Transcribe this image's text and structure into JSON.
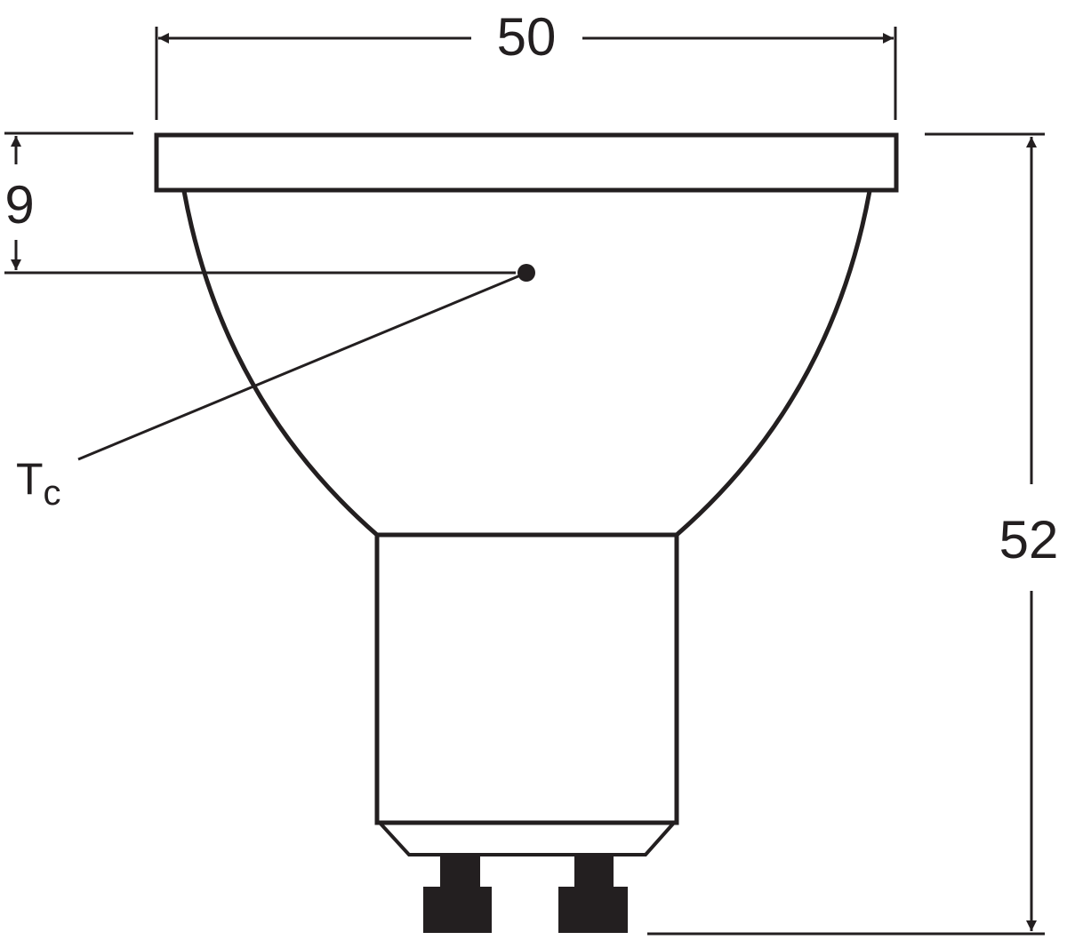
{
  "drawing": {
    "width_dim": "50",
    "height_dim": "52",
    "offset_dim": "9",
    "tc_label_main": "T",
    "tc_label_sub": "c",
    "line_color": "#231f20",
    "background": "#ffffff"
  }
}
